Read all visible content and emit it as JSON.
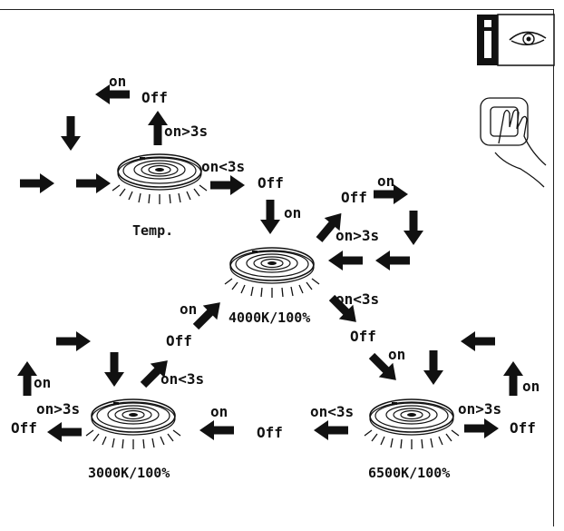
{
  "info_icon": {
    "letter": "i",
    "icon": "eye-icon"
  },
  "switch_icon": "hand-pressing-switch-icon",
  "lamps": {
    "temp": "Temp.",
    "k4000": "4000K/100%",
    "k3000": "3000K/100%",
    "k6500": "6500K/100%"
  },
  "labels": {
    "on": "on",
    "off": "Off",
    "on_gt_3s": "on>3s",
    "on_lt_3s": "on<3s"
  }
}
